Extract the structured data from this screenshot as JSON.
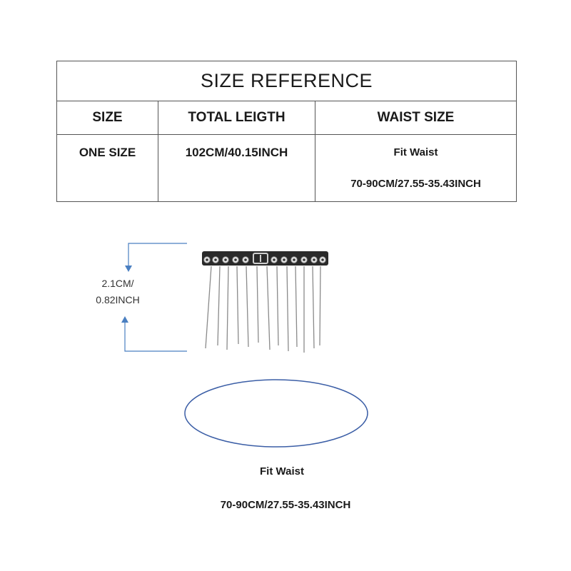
{
  "table": {
    "title": "SIZE REFERENCE",
    "headers": [
      "SIZE",
      "TOTAL LEIGTH",
      "WAIST SIZE"
    ],
    "row": {
      "size": "ONE SIZE",
      "total_length": "102CM/40.15INCH",
      "waist_line1": "Fit Waist",
      "waist_line2": "70-90CM/27.55-35.43INCH"
    }
  },
  "dimension": {
    "line1": "2.1CM/",
    "line2": "0.82INCH"
  },
  "bottom": {
    "fit_label": "Fit Waist",
    "range": "70-90CM/27.55-35.43INCH"
  },
  "colors": {
    "arrow": "#4a7fc1",
    "ellipse": "#3b5ea6",
    "belt": "#2a2a2a",
    "chain": "#8a8a8a"
  }
}
